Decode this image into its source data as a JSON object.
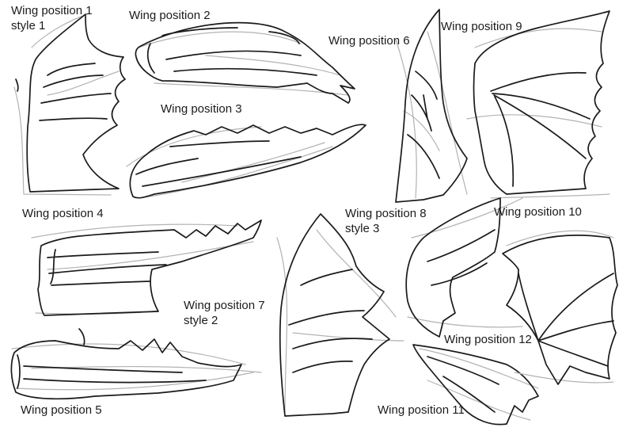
{
  "labels": [
    {
      "lines": [
        "Wing position 1",
        "style 1"
      ]
    },
    {
      "lines": [
        "Wing position 2"
      ]
    },
    {
      "lines": [
        "Wing position 3"
      ]
    },
    {
      "lines": [
        "Wing position 4"
      ]
    },
    {
      "lines": [
        "Wing position 5"
      ]
    },
    {
      "lines": [
        "Wing position 6"
      ]
    },
    {
      "lines": [
        "Wing position 7",
        "style 2"
      ]
    },
    {
      "lines": [
        "Wing position 8",
        "style 3"
      ]
    },
    {
      "lines": [
        "Wing position 9"
      ]
    },
    {
      "lines": [
        "Wing position 10"
      ]
    },
    {
      "lines": [
        "Wing position 11"
      ]
    },
    {
      "lines": [
        "Wing position 12"
      ]
    }
  ],
  "colors": {
    "ink": "#1a1a1a",
    "pencil": "#b3b3b3",
    "paper": "#ffffff"
  }
}
